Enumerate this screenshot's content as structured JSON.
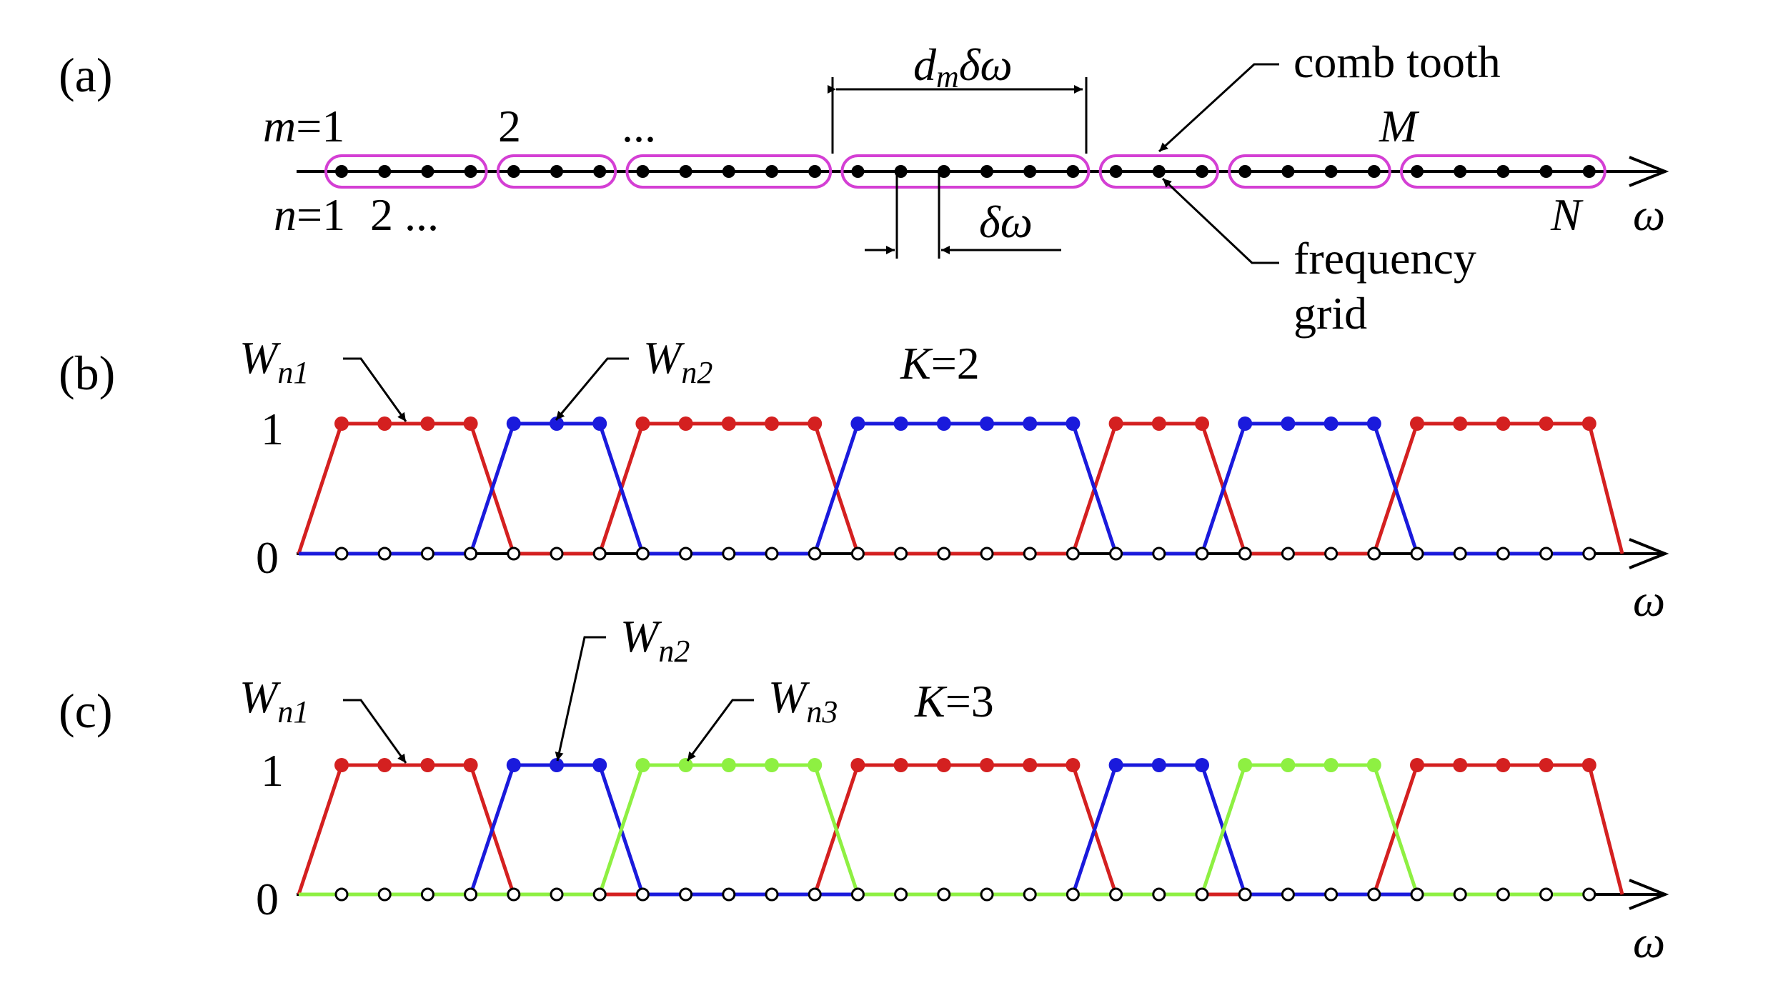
{
  "panel_a": {
    "label": "(a)",
    "m_first": "m=1",
    "m_second": "2",
    "m_dots": "...",
    "m_last": "M",
    "n_first": "n=1",
    "n_second": "2 ...",
    "n_last": "N",
    "axis_label": "ω",
    "dm_label": "dmδω",
    "delta_label": "δω",
    "comb_tooth": "comb tooth",
    "frequency_grid_1": "frequency",
    "frequency_grid_2": "grid",
    "groups": [
      4,
      3,
      5,
      6,
      3,
      4,
      5
    ],
    "colors": {
      "group_outline": "#d43fd4",
      "dot": "#000000"
    }
  },
  "panel_b": {
    "label": "(b)",
    "k_label": "K=2",
    "y1": "1",
    "y0": "0",
    "axis_label": "ω",
    "w1": "Wn1",
    "w2": "Wn2",
    "assignment": [
      1,
      2,
      1,
      2,
      1,
      2,
      1
    ]
  },
  "panel_c": {
    "label": "(c)",
    "k_label": "K=3",
    "y1": "1",
    "y0": "0",
    "axis_label": "ω",
    "w1": "Wn1",
    "w2": "Wn2",
    "w3": "Wn3",
    "assignment": [
      1,
      2,
      3,
      1,
      2,
      3,
      1
    ]
  },
  "series_colors": {
    "w1": "#d42020",
    "w2": "#1a1adc",
    "w3": "#8ef042"
  }
}
